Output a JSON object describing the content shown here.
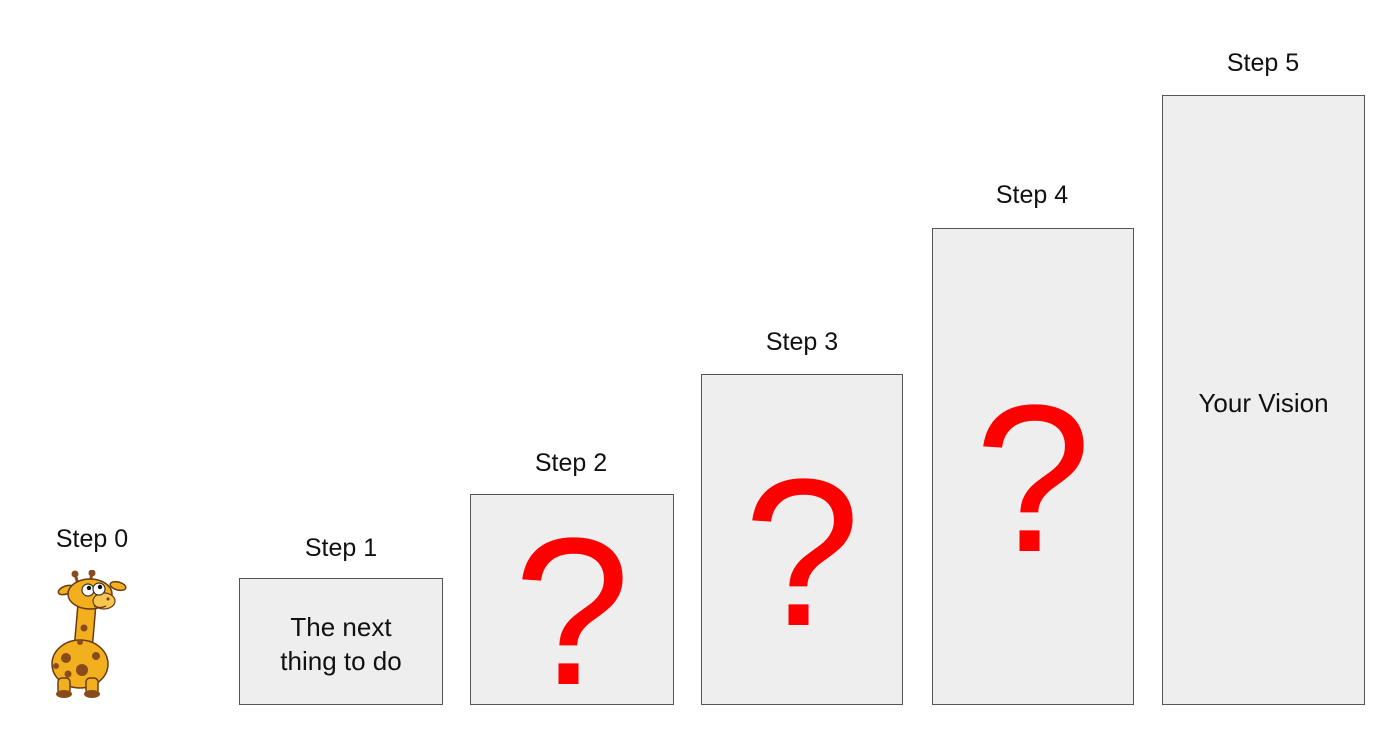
{
  "steps": [
    {
      "label": "Step 0"
    },
    {
      "label": "Step 1",
      "text_line1": "The next",
      "text_line2": "thing to do"
    },
    {
      "label": "Step 2",
      "mark": "?"
    },
    {
      "label": "Step 3",
      "mark": "?"
    },
    {
      "label": "Step 4",
      "mark": "?"
    },
    {
      "label": "Step 5",
      "text": "Your Vision"
    }
  ],
  "colors": {
    "box_fill": "#eeeeee",
    "box_border": "#555555",
    "question_mark": "#ff0000",
    "giraffe_body": "#f2b01e",
    "giraffe_spots": "#8a4b1c"
  },
  "icons": {
    "step0": "giraffe-icon"
  }
}
